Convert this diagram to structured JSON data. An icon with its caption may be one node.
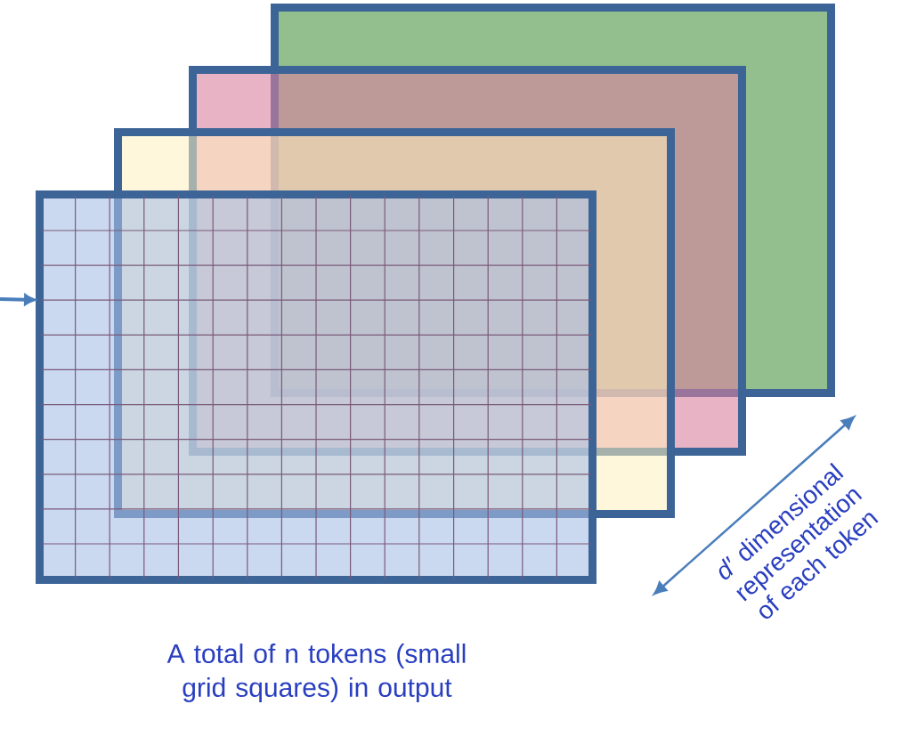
{
  "diagram": {
    "nodes": [
      {
        "text": [],
        "shape": "box"
      },
      {
        "text": [],
        "shape": "box"
      },
      {
        "text": [],
        "shape": "box"
      },
      {
        "text": [],
        "shape": "box"
      }
    ],
    "edges": [
      {
        "from": null,
        "to": 3,
        "arrow": "to"
      }
    ],
    "labels": [
      "*d′* dimensional representation of each token",
      "A total of n tokens (small grid squares) in output"
    ]
  }
}
